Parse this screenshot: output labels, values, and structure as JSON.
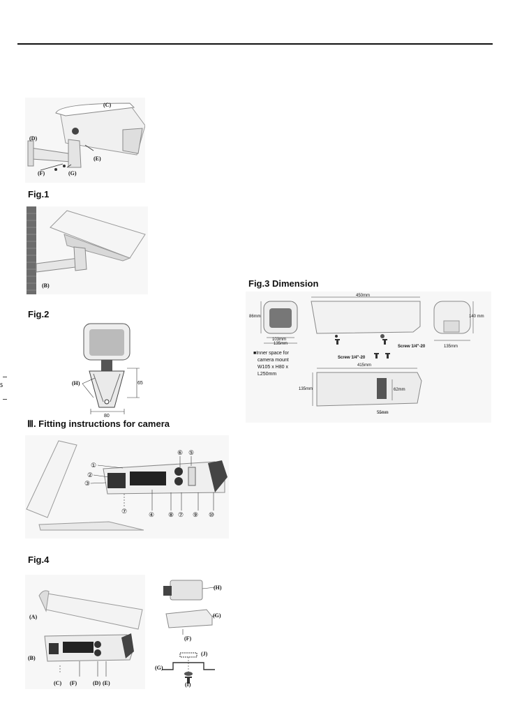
{
  "fig1": {
    "caption": "Fig.1",
    "labels": {
      "c": "(C)",
      "d": "(D)",
      "e": "(E)",
      "f": "(F)",
      "g": "(G)"
    }
  },
  "fig2": {
    "caption": "Fig.2",
    "labels": {
      "b": "(B)",
      "h": "(H)",
      "height": "65",
      "width": "80"
    }
  },
  "section3": {
    "heading": "Ⅲ. Fitting instructions for camera"
  },
  "fig3": {
    "caption": "Fig.3 Dimension",
    "dims": {
      "front_height": "86mm",
      "front_inner_width": "103mm",
      "front_outer_width": "135mm",
      "length": "450mm",
      "rear_height": "140 mm",
      "rear_width": "135mm",
      "screw_a": "Screw 1/4\"-20",
      "screw_b": "Screw 1/4\"-20",
      "bottom_length": "415mm",
      "bottom_width": "135mm",
      "bottom_slot": "62mm",
      "bottom_offset": "55mm"
    },
    "note": [
      "■Inner space for",
      "camera mount",
      "W105 x H80 x",
      "L250mm"
    ]
  },
  "fig4": {
    "caption": "Fig.4",
    "numbers": [
      "①",
      "②",
      "③",
      "④",
      "⑤",
      "⑥",
      "⑦",
      "⑧",
      "⑨",
      "⑩"
    ],
    "labels": {
      "a": "(A)",
      "b": "(B)",
      "c": "(C)",
      "d": "(D)",
      "e": "(E)",
      "f": "(F)",
      "g": "(G)",
      "h": "(H)",
      "i": "(I)",
      "j": "(J)"
    }
  },
  "margin_mark": "5"
}
